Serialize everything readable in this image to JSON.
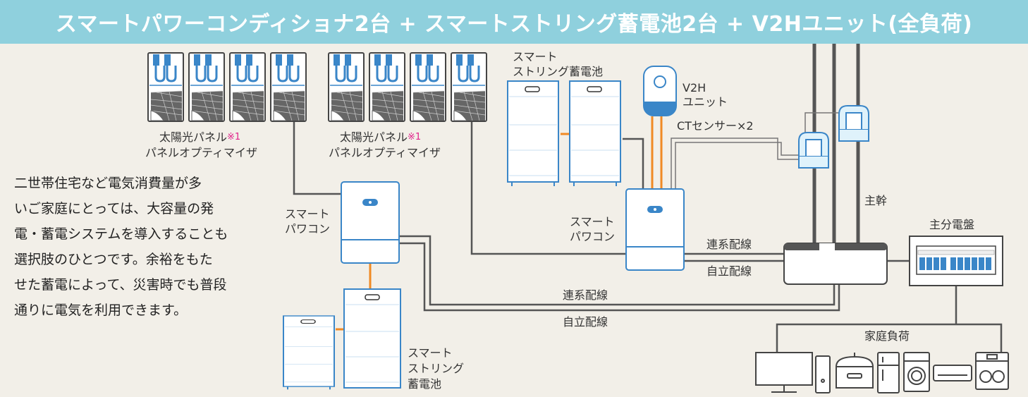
{
  "title": "スマートパワーコンディショナ2台 + スマートストリング蓄電池2台 + V2Hユニット(全負荷)",
  "colors": {
    "title_bg": "#8fd0dd",
    "background": "#f2efe8",
    "device_outline": "#3a86c8",
    "wire": "#555555",
    "dc_wire": "#f08a24",
    "note_mark": "#e0208a"
  },
  "labels": {
    "pv_left": "太陽光パネル",
    "pv_left_note": "※1",
    "optimizer_left": "パネルオプティマイザ",
    "pv_right": "太陽光パネル",
    "pv_right_note": "※1",
    "optimizer_right": "パネルオプティマイザ",
    "battery_top_line1": "スマート",
    "battery_top_line2": "ストリング蓄電池",
    "v2h_line1": "V2H",
    "v2h_line2": "ユニット",
    "ct_sensor": "CTセンサー×2",
    "pcs_left_line1": "スマート",
    "pcs_left_line2": "パワコン",
    "pcs_right_line1": "スマート",
    "pcs_right_line2": "パワコン",
    "main_trunk": "主幹",
    "distribution_board": "主分電盤",
    "grid_wiring_right": "連系配線",
    "self_wiring_right": "自立配線",
    "grid_wiring_bottom": "連系配線",
    "self_wiring_bottom": "自立配線",
    "household_load": "家庭負荷",
    "battery_bottom_line1": "スマート",
    "battery_bottom_line2": "ストリング",
    "battery_bottom_line3": "蓄電池"
  },
  "description": [
    "二世帯住宅など電気消費量が多",
    "いご家庭にとっては、大容量の発",
    "電・蓄電システムを導入することも",
    "選択肢のひとつです。余裕をもた",
    "せた蓄電によって、災害時でも普段",
    "通りに電気を利用できます。"
  ],
  "icons": {
    "solar_panel": "solar-panel-icon",
    "battery": "battery-unit-icon",
    "inverter": "inverter-icon",
    "v2h": "v2h-unit-icon",
    "ct_sensor": "ct-sensor-icon",
    "junction_box": "junction-box-icon",
    "breaker_panel": "distribution-board-icon",
    "appliances": [
      "monitor-icon",
      "tower-pc-icon",
      "rice-cooker-icon",
      "refrigerator-icon",
      "washing-machine-icon",
      "air-conditioner-icon",
      "dishwasher-icon"
    ]
  }
}
